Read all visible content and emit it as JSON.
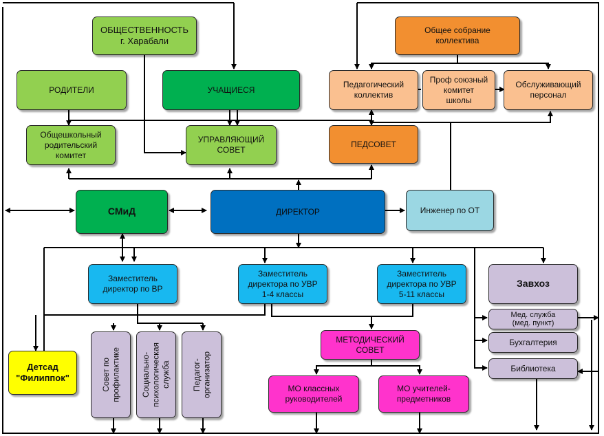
{
  "nodes": {
    "public": "ОБЩЕСТВЕННОСТЬ\nг. Харабали",
    "parents": "РОДИТЕЛИ",
    "students": "УЧАЩИЕСЯ",
    "general_meeting": "Общее собрание\nколлектива",
    "teaching_staff": "Педагогический\nколлектив",
    "trade_union": "Проф союзный\nкомитет\nшколы",
    "service_staff": "Обслуживающий\nперсонал",
    "parent_committee": "Общешкольный\nродительский\nкомитет",
    "governing_council": "УПРАВЛЯЮЩИЙ\nСОВЕТ",
    "pedsovet": "ПЕДСОВЕТ",
    "smid": "СМиД",
    "director": "ДИРЕКТОР",
    "safety_engineer": "Инженер по ОТ",
    "deputy_vr": "Заместитель\nдиректор по ВР",
    "deputy_uvr_1_4": "Заместитель\nдиректора по УВР\n1-4 классы",
    "deputy_uvr_5_11": "Заместитель\nдиректора по УВР\n5-11 классы",
    "zavhoz": "Завхоз",
    "med_service": "Мед. служба\n(мед. пункт)",
    "accounting": "Бухгалтерия",
    "library": "Библиотека",
    "kindergarten": "Детсад\n\"Филиппок\"",
    "prevention_council": "Совет по\nпрофилактике",
    "psych_service": "Социально-\nпсихологическая\nслужба",
    "ped_organizer": "Педагог-\nорганизатор",
    "method_council": "МЕТОДИЧЕСКИЙ\nСОВЕТ",
    "mo_class_teachers": "МО классных\nруководителей",
    "mo_subject_teachers": "МО учителей-\nпредметников"
  },
  "colors": {
    "light_green": "#92d050",
    "dark_green": "#00b050",
    "orange": "#f28f30",
    "peach": "#fac090",
    "dark_blue": "#0070c0",
    "light_blue": "#9bd7e3",
    "cyan": "#18b8f0",
    "lilac": "#ccc0da",
    "magenta": "#ff33cc",
    "yellow": "#ffff00"
  }
}
